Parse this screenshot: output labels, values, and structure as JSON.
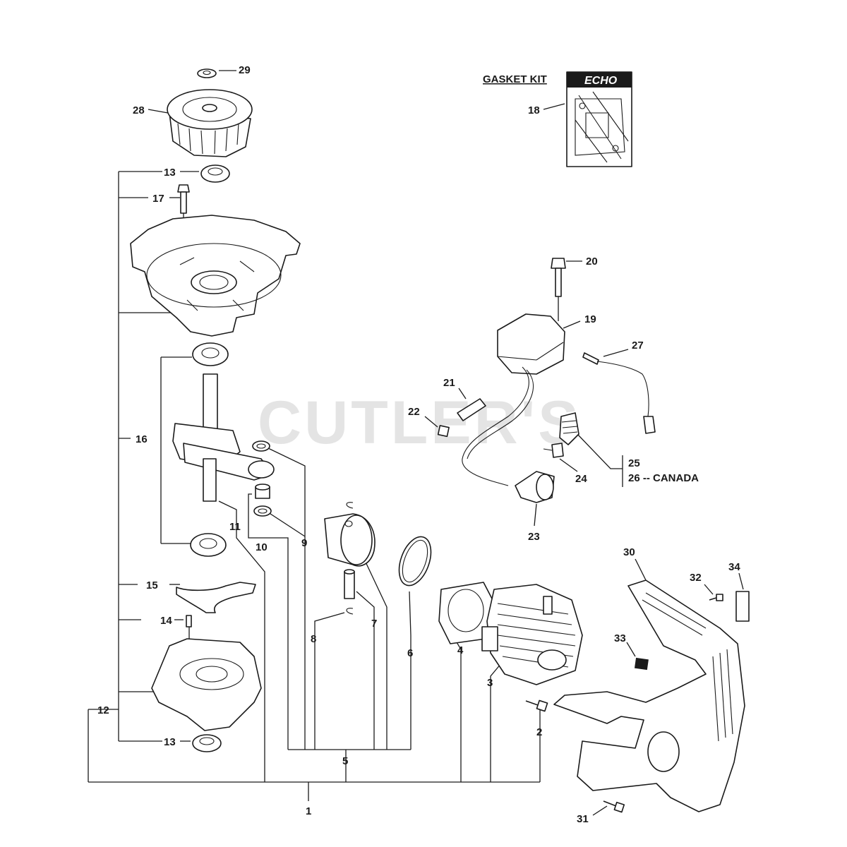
{
  "watermark": "CUTLER'S",
  "gasket_kit": {
    "title": "GASKET KIT",
    "brand": "ECHO"
  },
  "callouts": {
    "c1": "1",
    "c2": "2",
    "c3": "3",
    "c4": "4",
    "c5": "5",
    "c6": "6",
    "c7": "7",
    "c8": "8",
    "c9": "9",
    "c10": "10",
    "c11": "11",
    "c12": "12",
    "c13a": "13",
    "c13b": "13",
    "c14": "14",
    "c15": "15",
    "c16": "16",
    "c17": "17",
    "c18": "18",
    "c19": "19",
    "c20": "20",
    "c21": "21",
    "c22": "22",
    "c23": "23",
    "c24": "24",
    "c25": "25",
    "c26": "26 -- CANADA",
    "c27": "27",
    "c28": "28",
    "c29": "29",
    "c30": "30",
    "c31": "31",
    "c32": "32",
    "c33": "33",
    "c34": "34"
  },
  "colors": {
    "line": "#1a1a1a",
    "watermark": "#cfcfcf",
    "background": "#ffffff"
  }
}
